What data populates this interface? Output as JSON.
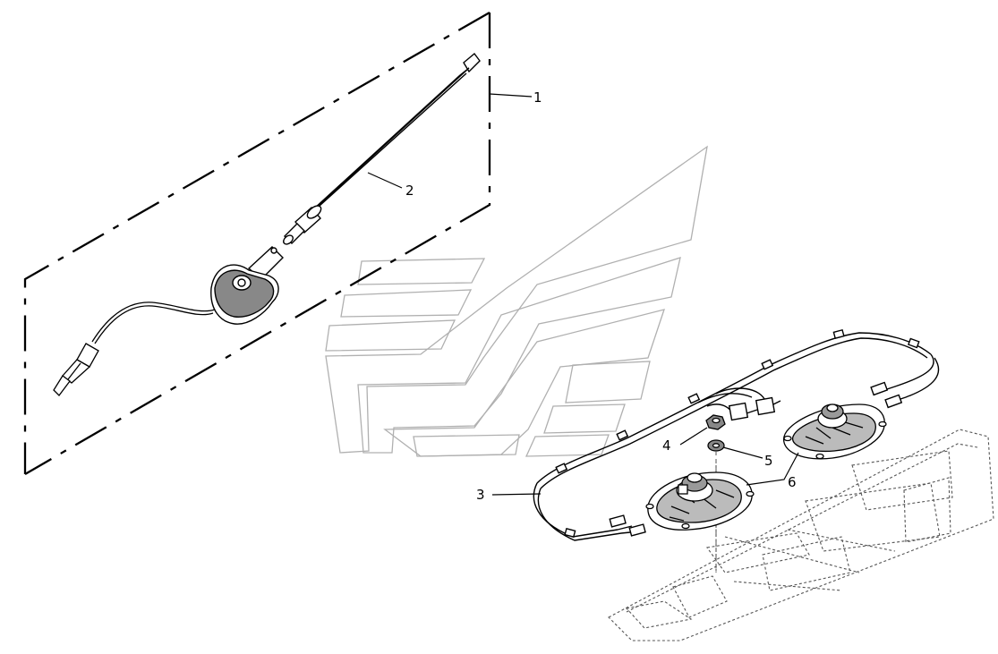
{
  "diagram": {
    "callouts": [
      {
        "id": "1",
        "label": "1"
      },
      {
        "id": "2",
        "label": "2"
      },
      {
        "id": "3",
        "label": "3"
      },
      {
        "id": "4",
        "label": "4"
      },
      {
        "id": "5",
        "label": "5"
      },
      {
        "id": "6",
        "label": "6"
      }
    ],
    "colors": {
      "line": "#000000",
      "watermark": "#b0b0b0",
      "ghost": "#555555",
      "background": "#ffffff"
    }
  }
}
